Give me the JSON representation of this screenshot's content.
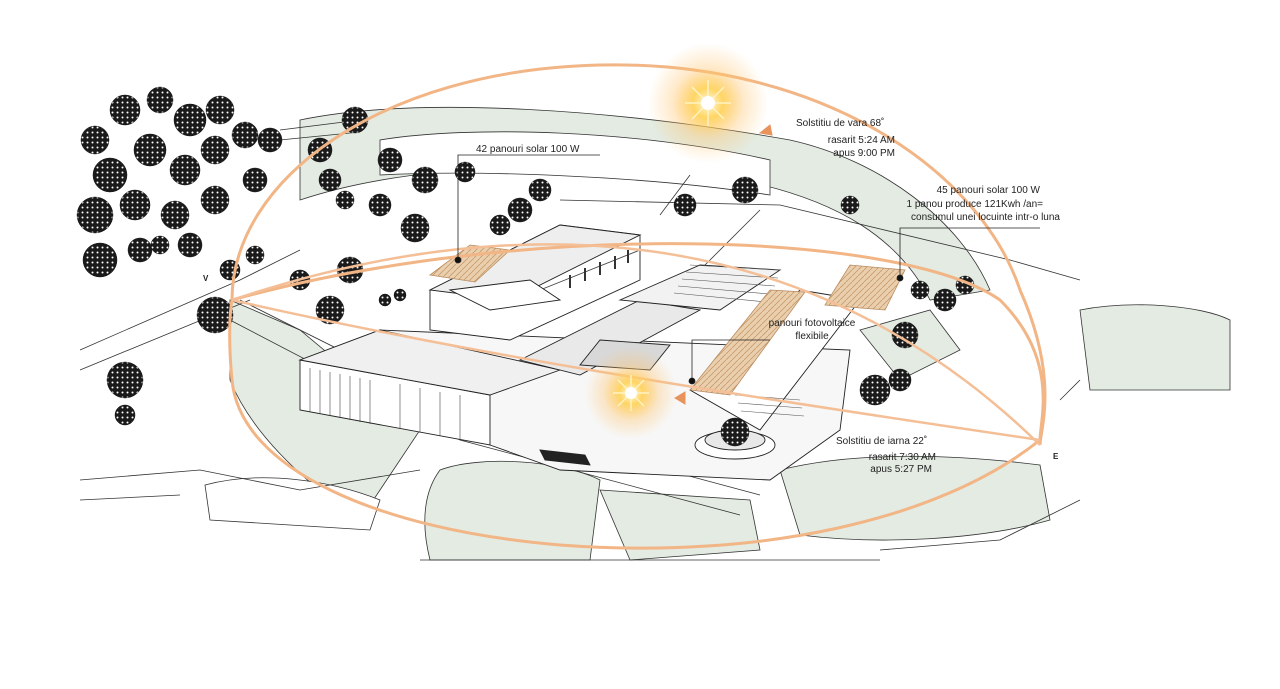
{
  "annotations": {
    "panels_42": "42 panouri solar 100 W",
    "panels_45_l1": "45 panouri solar 100 W",
    "panels_45_l2": "1 panou produce 121Kwh /an=",
    "panels_45_l3": "consumul unei locuinte intr-o luna",
    "flexible_l1": "panouri fotovoltaice",
    "flexible_l2": "flexibile"
  },
  "summer": {
    "title": "Solstitiu de vara 68˚",
    "sunrise": "rasarit 5:24 AM",
    "sunset": "apus 9:00 PM"
  },
  "winter": {
    "title": "Solstitiu de iarna 22˚",
    "sunrise": "rasarit 7:30 AM",
    "sunset": "apus 5:27 PM"
  },
  "directions": {
    "west": "V",
    "east": "E"
  },
  "colors": {
    "sun_path": "#f2b585",
    "sun_path_dark": "#e9935c",
    "green_area": "#e3ebe2",
    "panel_fill": "#e9cfae",
    "tree": "#1a1a1a"
  }
}
